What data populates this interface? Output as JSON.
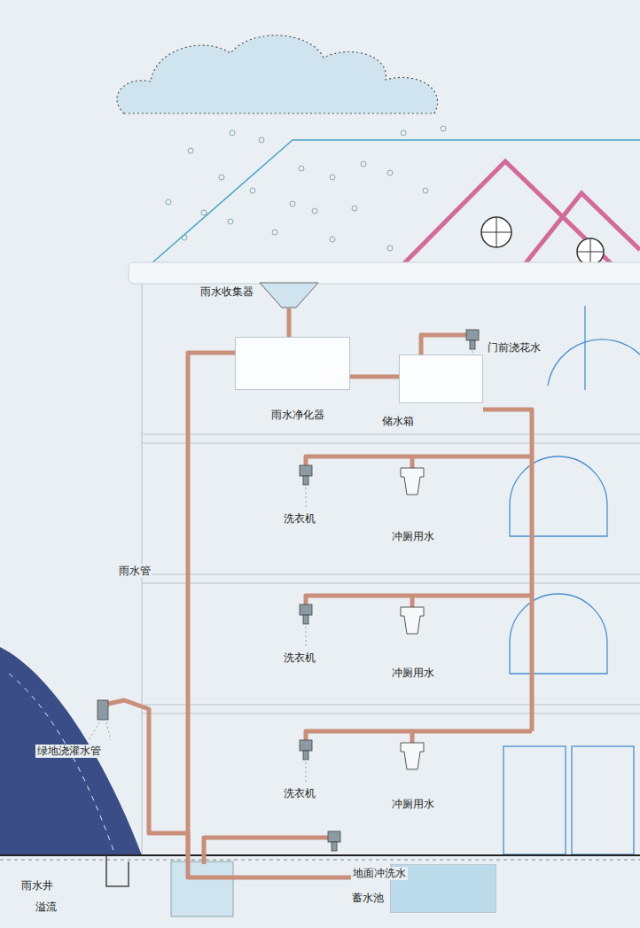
{
  "diagram": {
    "nodes": [
      {
        "text": [
          "雨水收集器"
        ]
      },
      {
        "text": [
          "雨水净化器"
        ]
      },
      {
        "text": [
          "储水箱"
        ]
      },
      {
        "text": [
          "蓄水池"
        ]
      }
    ],
    "edges": [
      {
        "from": 0,
        "to": 1,
        "arrow": "none"
      },
      {
        "from": 1,
        "to": 2,
        "arrow": "none"
      },
      {
        "from": 3,
        "to": 1,
        "arrow": "none"
      }
    ],
    "labels": [
      "门前浇花水",
      "洗衣机",
      "冲厕用水",
      "洗衣机",
      "冲厕用水",
      "洗衣机",
      "冲厕用水",
      "雨水管",
      "绿地浇灌水管",
      "地面冲洗水",
      "雨水井",
      "溢流"
    ]
  }
}
